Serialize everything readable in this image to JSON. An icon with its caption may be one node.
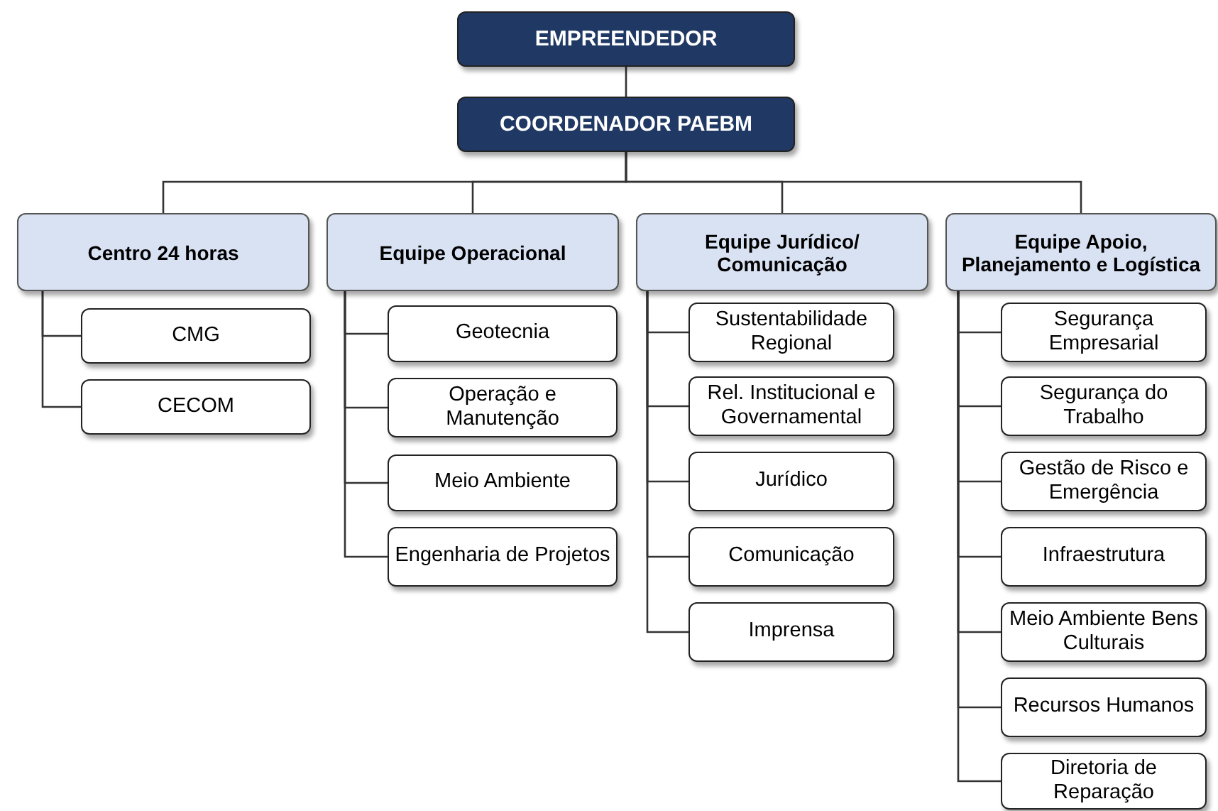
{
  "diagram": {
    "nodes": [
      {
        "text": [
          "EMPREENDEDOR"
        ]
      },
      {
        "text": [
          "COORDENADOR PAEBM"
        ]
      },
      {
        "text": [
          "Centro 24 horas"
        ]
      },
      {
        "text": [
          "Equipe Operacional"
        ]
      },
      {
        "text": [
          "Equipe Jurídico/ Comunicação"
        ]
      },
      {
        "text": [
          "Equipe Apoio, Planejamento e Logística"
        ]
      },
      {
        "text": [
          "CMG"
        ]
      },
      {
        "text": [
          "CECOM"
        ]
      },
      {
        "text": [
          "Geotecnia"
        ]
      },
      {
        "text": [
          "Operação e Manutenção"
        ]
      },
      {
        "text": [
          "Meio Ambiente"
        ]
      },
      {
        "text": [
          "Engenharia de Projetos"
        ]
      },
      {
        "text": [
          "Sustentabilidade Regional"
        ]
      },
      {
        "text": [
          "Rel. Institucional e Governamental"
        ]
      },
      {
        "text": [
          "Jurídico"
        ]
      },
      {
        "text": [
          "Comunicação"
        ]
      },
      {
        "text": [
          "Imprensa"
        ]
      },
      {
        "text": [
          "Segurança Empresarial"
        ]
      },
      {
        "text": [
          "Segurança do Trabalho"
        ]
      },
      {
        "text": [
          "Gestão de Risco e Emergência"
        ]
      },
      {
        "text": [
          "Infraestrutura"
        ]
      },
      {
        "text": [
          "Meio Ambiente Bens Culturais"
        ]
      },
      {
        "text": [
          "Recursos Humanos"
        ]
      },
      {
        "text": [
          "Diretoria de Reparação"
        ]
      }
    ],
    "edges": [
      {
        "from": 0,
        "to": 1,
        "arrow": "none"
      },
      {
        "from": 1,
        "to": 2,
        "arrow": "none"
      },
      {
        "from": 1,
        "to": 3,
        "arrow": "none"
      },
      {
        "from": 1,
        "to": 4,
        "arrow": "none"
      },
      {
        "from": 1,
        "to": 5,
        "arrow": "none"
      },
      {
        "from": 2,
        "to": 6,
        "arrow": "none"
      },
      {
        "from": 2,
        "to": 7,
        "arrow": "none"
      },
      {
        "from": 3,
        "to": 8,
        "arrow": "none"
      },
      {
        "from": 3,
        "to": 9,
        "arrow": "none"
      },
      {
        "from": 3,
        "to": 10,
        "arrow": "none"
      },
      {
        "from": 3,
        "to": 11,
        "arrow": "none"
      },
      {
        "from": 4,
        "to": 12,
        "arrow": "none"
      },
      {
        "from": 4,
        "to": 13,
        "arrow": "none"
      },
      {
        "from": 4,
        "to": 14,
        "arrow": "none"
      },
      {
        "from": 4,
        "to": 15,
        "arrow": "none"
      },
      {
        "from": 4,
        "to": 16,
        "arrow": "none"
      },
      {
        "from": 5,
        "to": 17,
        "arrow": "none"
      },
      {
        "from": 5,
        "to": 18,
        "arrow": "none"
      },
      {
        "from": 5,
        "to": 19,
        "arrow": "none"
      },
      {
        "from": 5,
        "to": 20,
        "arrow": "none"
      },
      {
        "from": 5,
        "to": 21,
        "arrow": "none"
      },
      {
        "from": 5,
        "to": 22,
        "arrow": "none"
      },
      {
        "from": 5,
        "to": 23,
        "arrow": "none"
      }
    ]
  }
}
